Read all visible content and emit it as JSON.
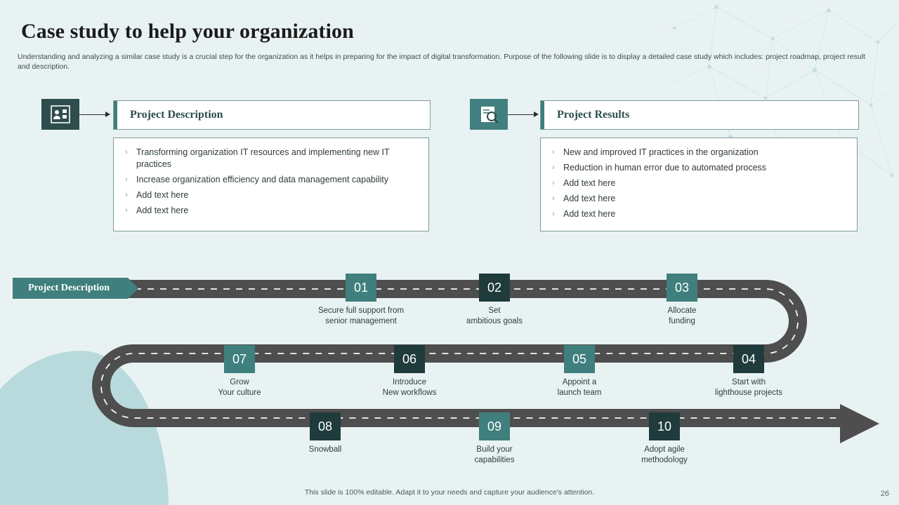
{
  "slide": {
    "title": "Case study to help your organization",
    "subtitle": "Understanding and analyzing a similar case study is a crucial step for the organization as it helps in preparing for the impact of digital transformation. Purpose of the following slide is to display a detailed case study which includes: project roadmap, project result and description.",
    "footer_note": "This slide is 100% editable. Adapt it to your needs and capture your audience's attention.",
    "page_number": "26",
    "colors": {
      "background": "#e9f2f2",
      "dark_teal": "#1f3b3b",
      "teal": "#3f7f7e",
      "road": "#4e4e4e",
      "blob": "#b8dadd"
    }
  },
  "panels": [
    {
      "icon": "project-description-icon",
      "title": "Project Description",
      "bullets": [
        "Transforming organization IT resources and implementing new IT practices",
        "Increase organization efficiency and data management capability",
        "Add text here",
        "Add text here"
      ]
    },
    {
      "icon": "project-results-icon",
      "title": "Project Results",
      "bullets": [
        "New and improved IT practices in the organization",
        "Reduction in human error due to automated process",
        "Add text here",
        "Add text here",
        "Add text here"
      ]
    }
  ],
  "roadmap": {
    "label": "Project Description",
    "steps": [
      {
        "num": "01",
        "caption": "Secure full support from\nsenior management",
        "style": "teal"
      },
      {
        "num": "02",
        "caption": "Set\nambitious goals",
        "style": "dark"
      },
      {
        "num": "03",
        "caption": "Allocate\nfunding",
        "style": "teal"
      },
      {
        "num": "04",
        "caption": "Start with\nlighthouse projects",
        "style": "dark"
      },
      {
        "num": "05",
        "caption": "Appoint a\nlaunch team",
        "style": "teal"
      },
      {
        "num": "06",
        "caption": "Introduce\nNew workflows",
        "style": "dark"
      },
      {
        "num": "07",
        "caption": "Grow\nYour culture",
        "style": "teal"
      },
      {
        "num": "08",
        "caption": "Snowball",
        "style": "dark"
      },
      {
        "num": "09",
        "caption": "Build your\ncapabilities",
        "style": "teal"
      },
      {
        "num": "10",
        "caption": "Adopt agile\nmethodology",
        "style": "dark"
      }
    ]
  }
}
